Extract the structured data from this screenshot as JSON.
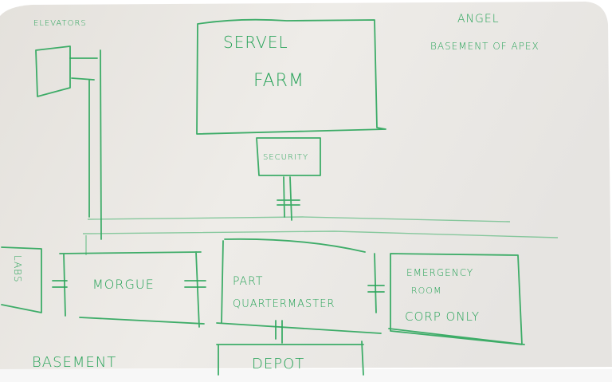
{
  "title": {
    "line1": "ANGEL",
    "line2": "BASEMENT OF APEX"
  },
  "floor_label": "BASEMENT",
  "rooms": {
    "elevators": "ELEVATORS",
    "server_farm": {
      "line1": "SERVEL",
      "line2": "FARM"
    },
    "security": "SECURITY",
    "labs": "LABS",
    "morgue": "MORGUE",
    "quartermaster": {
      "line1": "PART",
      "line2": "QUARTERMASTER"
    },
    "emergency_room": {
      "line1": "EMERGENCY",
      "line2": "ROOM",
      "line3": "CORP ONLY"
    },
    "depot": "DEPOT"
  },
  "colors": {
    "ink": "#2aa55a",
    "card": "#eceae6"
  }
}
